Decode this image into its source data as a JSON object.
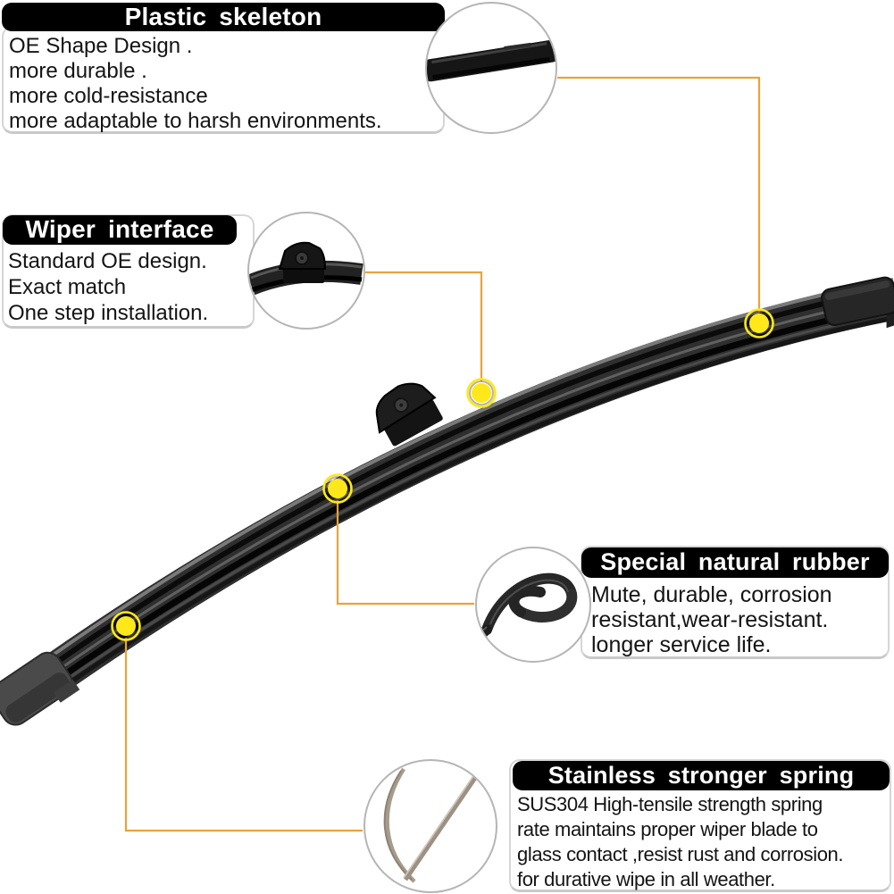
{
  "colors": {
    "connector_line": "#E8A33C",
    "highlight_dot": "#FFE81A",
    "header_bg": "#000000",
    "header_text": "#FFFFFF",
    "body_text": "#141414",
    "circle_border": "#B5B5B5",
    "box_border": "#D6D6D6",
    "blade_body": "#2F2F2F"
  },
  "callouts": [
    {
      "id": "plastic-skeleton",
      "title": "Plastic skeleton",
      "lines": [
        "OE Shape Design .",
        "more durable .",
        "more cold-resistance",
        "more adaptable to harsh environments."
      ]
    },
    {
      "id": "wiper-interface",
      "title": "Wiper interface",
      "lines": [
        "Standard OE design.",
        "Exact match",
        "One step installation."
      ]
    },
    {
      "id": "special-natural-rubber",
      "title": "Special natural rubber",
      "lines": [
        "Mute, durable, corrosion",
        "resistant,wear-resistant.",
        "longer service life."
      ]
    },
    {
      "id": "stainless-stronger-spring",
      "title": "Stainless stronger spring",
      "lines": [
        "SUS304 High-tensile strength spring",
        "rate maintains proper wiper blade to",
        "glass contact ,resist rust and corrosion.",
        "for durative wipe in all weather."
      ]
    }
  ],
  "markers": {
    "count": 4,
    "shape": "circle-dot",
    "meaning": "feature highlight points on wiper blade"
  }
}
